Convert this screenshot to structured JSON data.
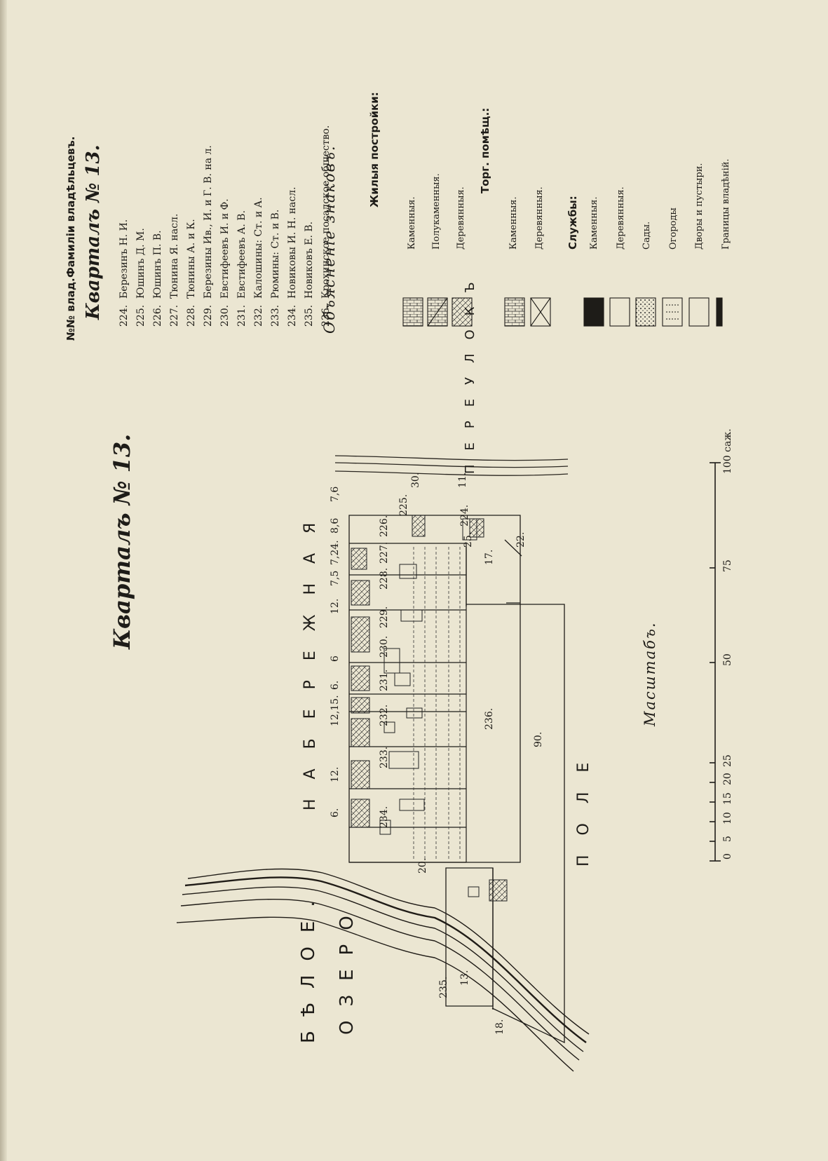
{
  "page_title": "Кварталъ № 13.",
  "header": {
    "col_num": "№№ влад.",
    "col_names": "Фамиліи владѣльцевъ.",
    "title": "Кварталъ № 13."
  },
  "owners": [
    {
      "n": "224.",
      "name": "Березинъ Н. И."
    },
    {
      "n": "225.",
      "name": "Юшинъ Д. М."
    },
    {
      "n": "226.",
      "name": "Юшинъ П. В."
    },
    {
      "n": "227.",
      "name": "Тюнина Я. насл."
    },
    {
      "n": "228.",
      "name": "Тюнины А. и К."
    },
    {
      "n": "229.",
      "name": "Березины Ив., И. и Г. В. на л."
    },
    {
      "n": "230.",
      "name": "Евстифеевъ И. и Ф."
    },
    {
      "n": "231.",
      "name": "Евстифеевъ А. В."
    },
    {
      "n": "232.",
      "name": "Калошины: Ст. и А."
    },
    {
      "n": "233.",
      "name": "Рюмины: Ст. и В."
    },
    {
      "n": "234.",
      "name": "Новиковы И. Н. насл."
    },
    {
      "n": "235.",
      "name": "Новиковъ Е. В."
    },
    {
      "n": "236.",
      "name": "Крохинское посадское общество."
    }
  ],
  "legend": {
    "title": "Объясненіе знаковъ.",
    "residential": {
      "title": "Жилыя постройки:",
      "items": [
        "Каменныя.",
        "Полукаменныя.",
        "Деревянныя."
      ]
    },
    "trade": {
      "title": "Торг. помѣщ.:",
      "items": [
        "Каменныя.",
        "Деревянныя."
      ]
    },
    "services": {
      "title": "Службы:",
      "items": [
        "Каменныя.",
        "Деревянныя.",
        "Сады.",
        "Огороды",
        "Дворы и пустыри.",
        "Границы владѣній."
      ]
    }
  },
  "scale": {
    "title": "Масштабъ.",
    "ticks": [
      "0",
      "5",
      "10",
      "15",
      "20",
      "25",
      "50",
      "75",
      "100 саж."
    ]
  },
  "map": {
    "street": "НАБЕРЕЖНАЯ",
    "lane": "ПЕРЕУЛОКЪ",
    "field": "ПОЛЕ",
    "lake_1": "БѢЛОЕ.",
    "lake_2": "ОЗЕРО",
    "lot_labels": [
      "234.",
      "233.",
      "232.",
      "231.",
      "230.",
      "229.",
      "228.",
      "227.",
      "226.",
      "225.",
      "224.",
      "235.",
      "236."
    ],
    "frontages": [
      "6.",
      "12.",
      "12,15.",
      "6.",
      "6",
      "12.",
      "7,5",
      "7,24.",
      "8,6",
      "7,6"
    ],
    "dims": [
      "20.",
      "13.",
      "18.",
      "90.",
      "17.",
      "25.",
      "22.",
      "11.",
      "30."
    ]
  },
  "colors": {
    "paper": "#ebe6d2",
    "ink": "#1e1c18"
  }
}
